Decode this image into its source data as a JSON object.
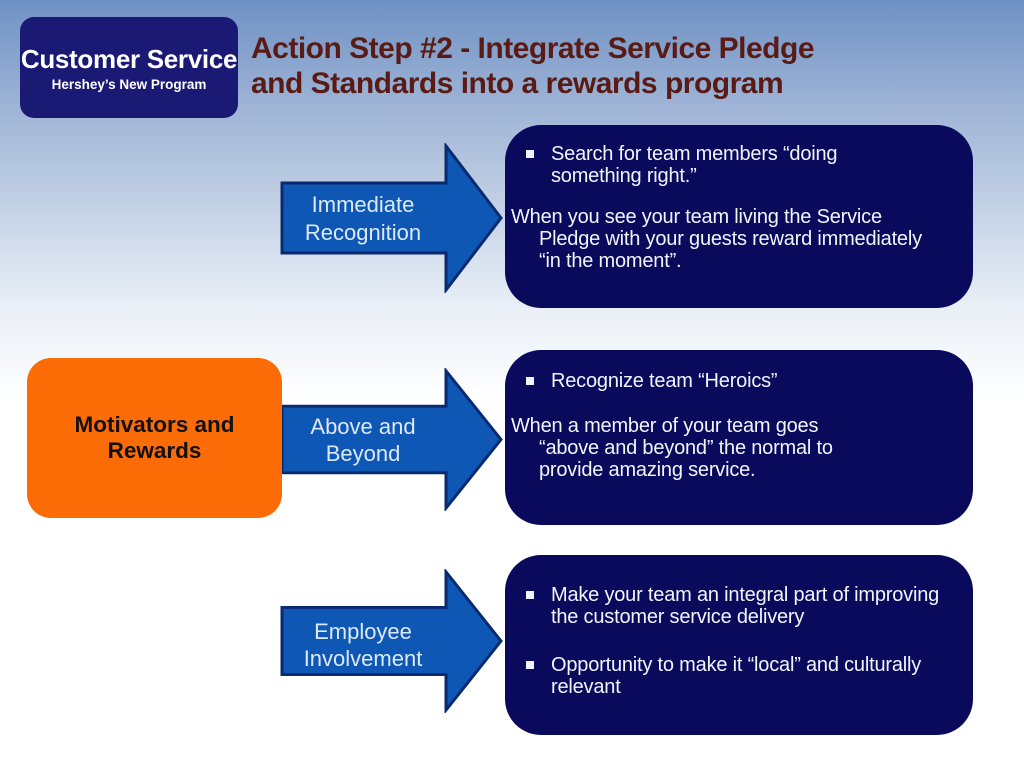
{
  "header_box": {
    "title": "Customer Service",
    "subtitle": "Hershey’s New Program"
  },
  "title": {
    "line1": "Action Step #2 - Integrate Service Pledge",
    "line2": "and Standards into a rewards program",
    "full": "Action Step #2 - Integrate Service Pledge and Standards into a rewards program"
  },
  "side_box": {
    "label": "Motivators and Rewards"
  },
  "rows": [
    {
      "arrow_label": "Immediate Recognition",
      "bullets": [
        "Search for team members “doing something right.”"
      ],
      "paragraph": "When you see your team living the Service Pledge with your guests reward immediately “in the moment”."
    },
    {
      "arrow_label": "Above and Beyond",
      "bullets": [
        "Recognize team “Heroics”"
      ],
      "paragraph": "When a member of your team goes “above and beyond” the normal to provide amazing service."
    },
    {
      "arrow_label": "Employee Involvement",
      "bullets": [
        "Make your team an integral part of improving the customer service delivery",
        "Opportunity to make it “local” and culturally relevant"
      ],
      "paragraph": ""
    }
  ],
  "colors": {
    "bg-top": "#6E91C4",
    "navy": "#0A0A5C",
    "header-navy": "#1A1A74",
    "arrow-fill": "#0F57B4",
    "arrow-stroke": "#0A2A70",
    "orange": "#FB6C06",
    "maroon": "#5A1B15"
  }
}
